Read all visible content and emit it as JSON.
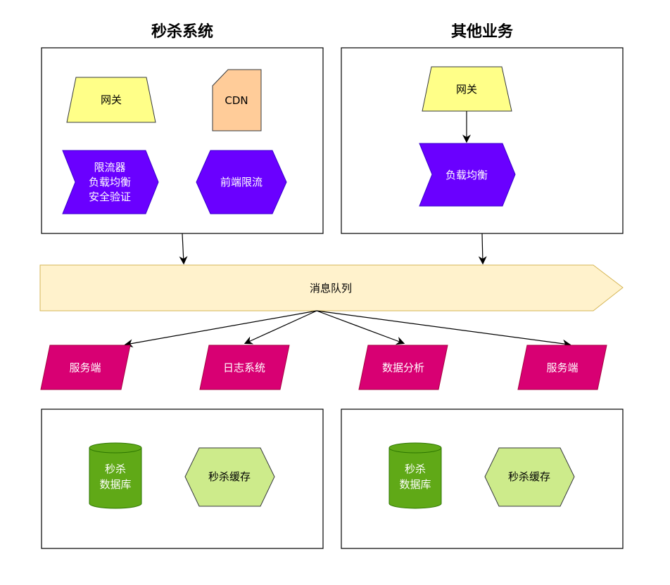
{
  "sections": {
    "seckill_title": "秒杀系统",
    "other_title": "其他业务"
  },
  "seckill": {
    "gateway": "网关",
    "cdn": "CDN",
    "limiter_lines": [
      "限流器",
      "负载均衡",
      "安全验证"
    ],
    "frontend_limit": "前端限流"
  },
  "other": {
    "gateway": "网关",
    "load_balance": "负载均衡"
  },
  "queue": {
    "label": "消息队列"
  },
  "consumers": [
    {
      "label": "服务端"
    },
    {
      "label": "日志系统"
    },
    {
      "label": "数据分析"
    },
    {
      "label": "服务端"
    }
  ],
  "bottom_left": {
    "db_lines": [
      "秒杀",
      "数据库"
    ],
    "cache": "秒杀缓存"
  },
  "bottom_right": {
    "db_lines": [
      "秒杀",
      "数据库"
    ],
    "cache": "秒杀缓存"
  },
  "colors": {
    "gateway": "#ffff88",
    "cdn": "#ffcc99",
    "purple": "#6a00ff",
    "queue": "#fff2cc",
    "queue_stroke": "#d6b656",
    "consumer": "#d80073",
    "db": "#60a917",
    "cache": "#cdeb8b"
  }
}
